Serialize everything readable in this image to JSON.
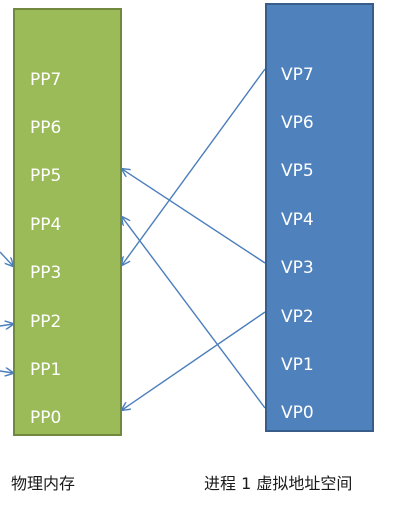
{
  "physical_memory": {
    "caption": "物理内存",
    "pages": [
      "PP7",
      "PP6",
      "PP5",
      "PP4",
      "PP3",
      "PP2",
      "PP1",
      "PP0"
    ],
    "color": "#9bbb59"
  },
  "virtual_space": {
    "caption": "进程 1 虚拟地址空间",
    "pages": [
      "VP7",
      "VP6",
      "VP5",
      "VP4",
      "VP3",
      "VP2",
      "VP1",
      "VP0"
    ],
    "color": "#4f81bd"
  },
  "mappings": [
    {
      "from": "VP7",
      "to": "PP3"
    },
    {
      "from": "VP3",
      "to": "PP5"
    },
    {
      "from": "VP2",
      "to": "PP0"
    },
    {
      "from": "VP0",
      "to": "PP4"
    }
  ],
  "arrow_color": "#4a7ebb"
}
